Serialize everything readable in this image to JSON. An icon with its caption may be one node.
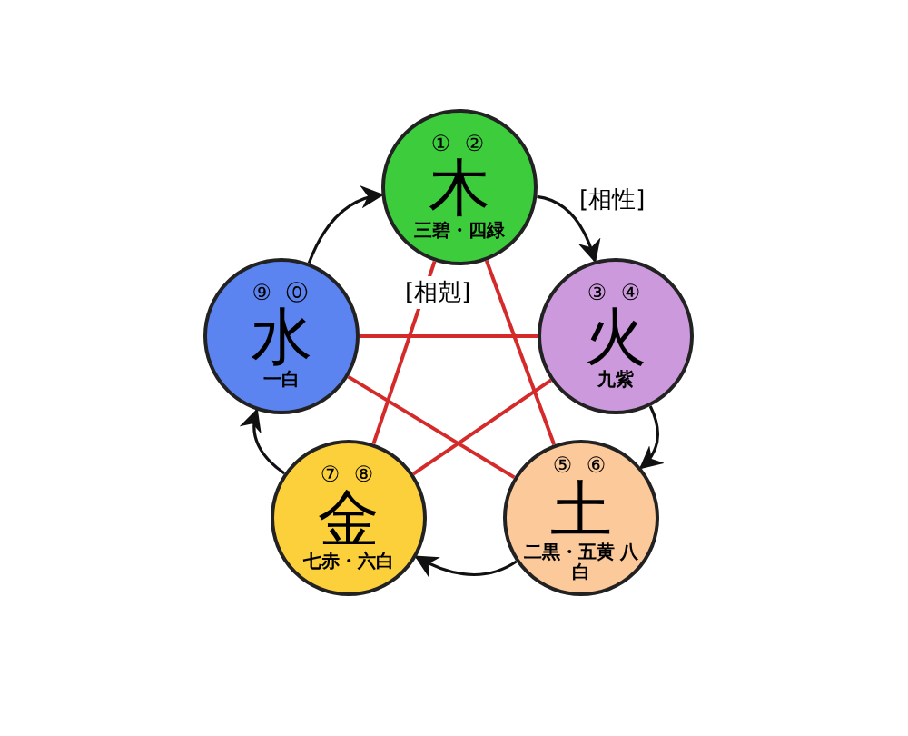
{
  "diagram": {
    "nodes": [
      {
        "text": [
          "① ②",
          "木",
          "三碧・四緑"
        ]
      },
      {
        "text": [
          "③ ④",
          "火",
          "九紫"
        ]
      },
      {
        "text": [
          "⑤ ⑥",
          "土",
          "二黒・五黄 八白"
        ]
      },
      {
        "text": [
          "⑦ ⑧",
          "金",
          "七赤・六白"
        ]
      },
      {
        "text": [
          "⑨ ⓪",
          "水",
          "一白"
        ]
      }
    ],
    "edges": [
      {
        "from": 0,
        "to": 1,
        "arrow": "to",
        "label": "[相性]"
      },
      {
        "from": 1,
        "to": 2,
        "arrow": "to"
      },
      {
        "from": 2,
        "to": 3,
        "arrow": "to"
      },
      {
        "from": 3,
        "to": 4,
        "arrow": "to"
      },
      {
        "from": 4,
        "to": 0,
        "arrow": "to"
      },
      {
        "from": 0,
        "to": 2,
        "arrow": "none",
        "color": "#d42a2a"
      },
      {
        "from": 0,
        "to": 3,
        "arrow": "none",
        "color": "#d42a2a"
      },
      {
        "from": 1,
        "to": 4,
        "arrow": "none",
        "color": "#d42a2a"
      },
      {
        "from": 1,
        "to": 3,
        "arrow": "none",
        "color": "#d42a2a"
      },
      {
        "from": 4,
        "to": 2,
        "arrow": "none",
        "color": "#d42a2a"
      }
    ],
    "labels": [
      "[相剋]"
    ]
  }
}
